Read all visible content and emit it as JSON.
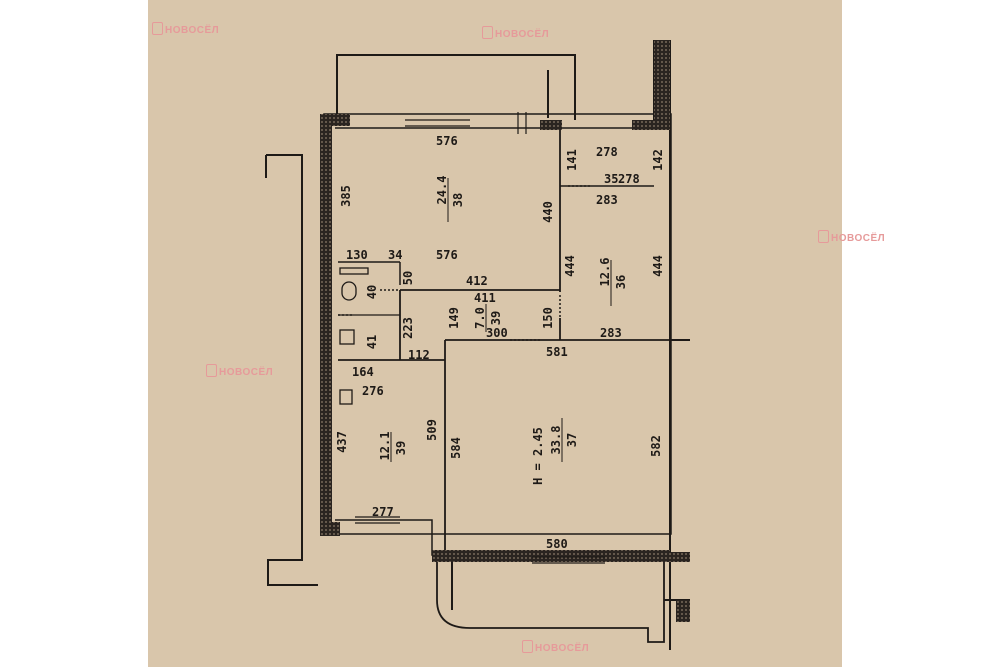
{
  "watermark": {
    "brand": "НОВОСЁЛ"
  },
  "rooms": [
    {
      "id": "38",
      "area": "24.4"
    },
    {
      "id": "36",
      "area": "12.6"
    },
    {
      "id": "39",
      "area": "7.0"
    },
    {
      "id": "37",
      "area": "33.8",
      "height": "H = 2.45"
    },
    {
      "id": "39",
      "area": "12.1"
    },
    {
      "id": "40"
    },
    {
      "id": "41"
    },
    {
      "id": "35"
    }
  ],
  "dims": {
    "d576a": "576",
    "d278a": "278",
    "d142": "142",
    "d141": "141",
    "d278b": "278",
    "d385": "385",
    "d440": "440",
    "d283a": "283",
    "d130": "130",
    "d34": "34",
    "d576b": "576",
    "d444a": "444",
    "d444b": "444",
    "d50": "50",
    "d412": "412",
    "d411": "411",
    "d149": "149",
    "d223": "223",
    "d150": "150",
    "d300": "300",
    "d283b": "283",
    "d581": "581",
    "d112": "112",
    "d164": "164",
    "d276": "276",
    "d509": "509",
    "d584": "584",
    "d582": "582",
    "d437": "437",
    "d277": "277",
    "d580": "580"
  }
}
